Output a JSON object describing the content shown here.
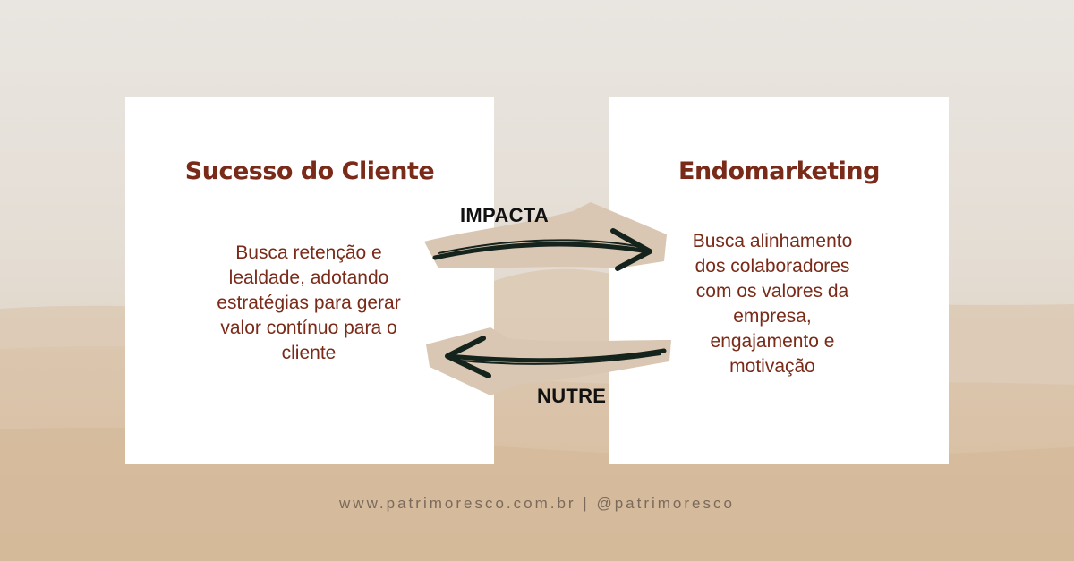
{
  "left_card": {
    "title": "Sucesso do Cliente",
    "lines": [
      "Busca retenção e",
      "lealdade, adotando",
      "estratégias para gerar",
      "valor contínuo para o",
      "cliente"
    ]
  },
  "right_card": {
    "title": "Endomarketing",
    "lines": [
      "Busca alinhamento",
      "dos colaboradores",
      "com os valores da",
      "empresa,",
      "engajamento e",
      "motivação"
    ]
  },
  "arrows": {
    "top_label": "IMPACTA",
    "bottom_label": "NUTRE"
  },
  "footer": {
    "text": "www.patrimoresco.com.br | @patrimoresco"
  },
  "colors": {
    "title": "#7a2a18",
    "body_text": "#7a2a18",
    "arrow": "#15231d",
    "arrow_highlight": "#d8c6b2",
    "footer": "#7a6a5c"
  }
}
